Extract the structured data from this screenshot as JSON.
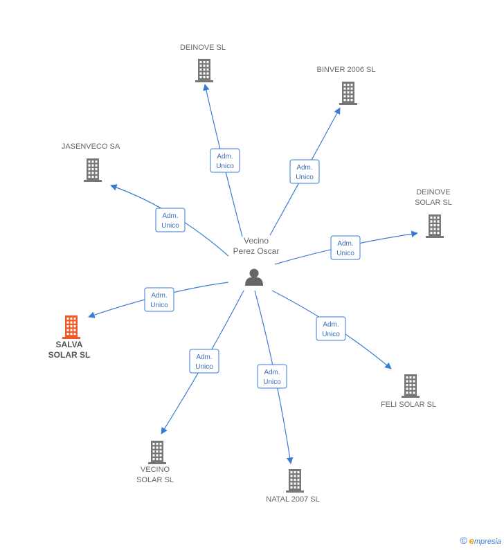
{
  "center": {
    "name_lines": [
      "Vecino",
      "Perez Oscar"
    ],
    "icon": "person-icon"
  },
  "companies": [
    {
      "id": "deinove-sl",
      "lines": [
        "DEINOVE SL"
      ],
      "primary": false
    },
    {
      "id": "binver-2006-sl",
      "lines": [
        "BINVER 2006 SL"
      ],
      "primary": false
    },
    {
      "id": "jasenveco-sa",
      "lines": [
        "JASENVECO SA"
      ],
      "primary": false
    },
    {
      "id": "deinove-solar-sl",
      "lines": [
        "DEINOVE",
        "SOLAR SL"
      ],
      "primary": false
    },
    {
      "id": "salva-solar-sl",
      "lines": [
        "SALVA",
        "SOLAR SL"
      ],
      "primary": true
    },
    {
      "id": "feli-solar-sl",
      "lines": [
        "FELI SOLAR SL"
      ],
      "primary": false
    },
    {
      "id": "vecino-solar-sl",
      "lines": [
        "VECINO",
        "SOLAR SL"
      ],
      "primary": false
    },
    {
      "id": "natal-2007-sl",
      "lines": [
        "NATAL 2007 SL"
      ],
      "primary": false
    }
  ],
  "relation": {
    "lines": [
      "Adm.",
      "Unico"
    ]
  },
  "colors": {
    "edge": "#3a7bd5",
    "building": "#777777",
    "building_primary": "#f05a28",
    "person": "#666666"
  },
  "footer": {
    "copyright": "©",
    "brand_initial": "e",
    "brand_rest": "mpresia"
  }
}
